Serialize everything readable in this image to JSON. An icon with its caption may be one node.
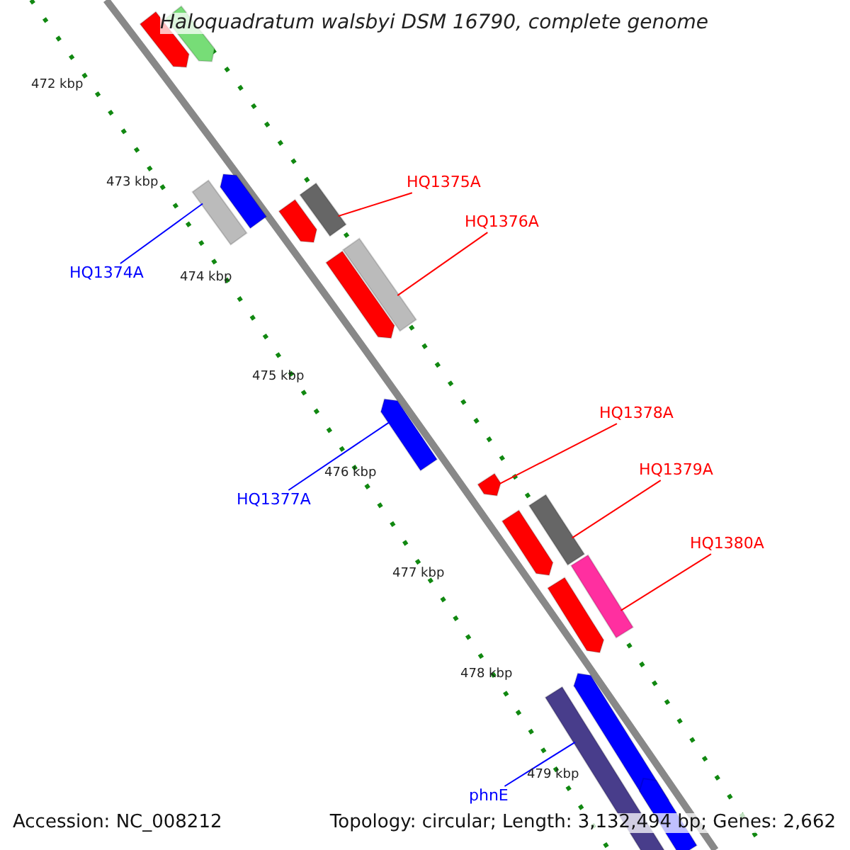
{
  "diagram": {
    "title": "Haloquadratum walsbyi DSM 16790, complete genome",
    "nodes": [
      {
        "text": [
          "HQ1375A"
        ]
      },
      {
        "text": [],
        "shape": "bar"
      },
      {
        "text": [
          "HQ1376A"
        ]
      },
      {
        "text": [],
        "shape": "bar"
      },
      {
        "text": [
          "HQ1374A"
        ]
      },
      {
        "text": [],
        "shape": "bar"
      },
      {
        "text": [
          "HQ1378A"
        ]
      },
      {
        "text": [],
        "shape": "bar"
      },
      {
        "text": [
          "HQ1379A"
        ]
      },
      {
        "text": [],
        "shape": "bar"
      },
      {
        "text": [
          "HQ1377A"
        ]
      },
      {
        "text": [],
        "shape": "bar"
      },
      {
        "text": [
          "HQ1380A"
        ]
      },
      {
        "text": [],
        "shape": "bar"
      },
      {
        "text": [
          "phnE"
        ]
      },
      {
        "text": [],
        "shape": "bar"
      },
      {
        "text": [],
        "shape": "bar"
      },
      {
        "text": [],
        "shape": "bar"
      },
      {
        "text": [],
        "shape": "bar"
      },
      {
        "text": [],
        "shape": "bar"
      },
      {
        "text": [],
        "shape": "bar"
      },
      {
        "text": [],
        "shape": "bar"
      },
      {
        "text": [],
        "shape": "bar"
      },
      {
        "text": [],
        "shape": "bar"
      },
      {
        "text": [],
        "shape": "bar"
      }
    ],
    "edges": [
      {
        "from": 0,
        "to": 1,
        "arrow": "none"
      },
      {
        "from": 2,
        "to": 3,
        "arrow": "none"
      },
      {
        "from": 4,
        "to": 5,
        "arrow": "none",
        "color": "#0000ff"
      },
      {
        "from": 6,
        "to": 7,
        "arrow": "none"
      },
      {
        "from": 8,
        "to": 9,
        "arrow": "none"
      },
      {
        "from": 10,
        "to": 11,
        "arrow": "none",
        "color": "#0000ff"
      },
      {
        "from": 12,
        "to": 13,
        "arrow": "none"
      },
      {
        "from": 14,
        "to": 15,
        "arrow": "none",
        "color": "#0000ff"
      }
    ],
    "labels": [
      "472 kbp",
      "473 kbp",
      "474 kbp",
      "475 kbp",
      "476 kbp",
      "477 kbp",
      "478 kbp",
      "479 kbp",
      "Accession: NC_008212",
      "Topology: circular; Length: 3,132,494 bp; Genes: 2,662"
    ]
  }
}
